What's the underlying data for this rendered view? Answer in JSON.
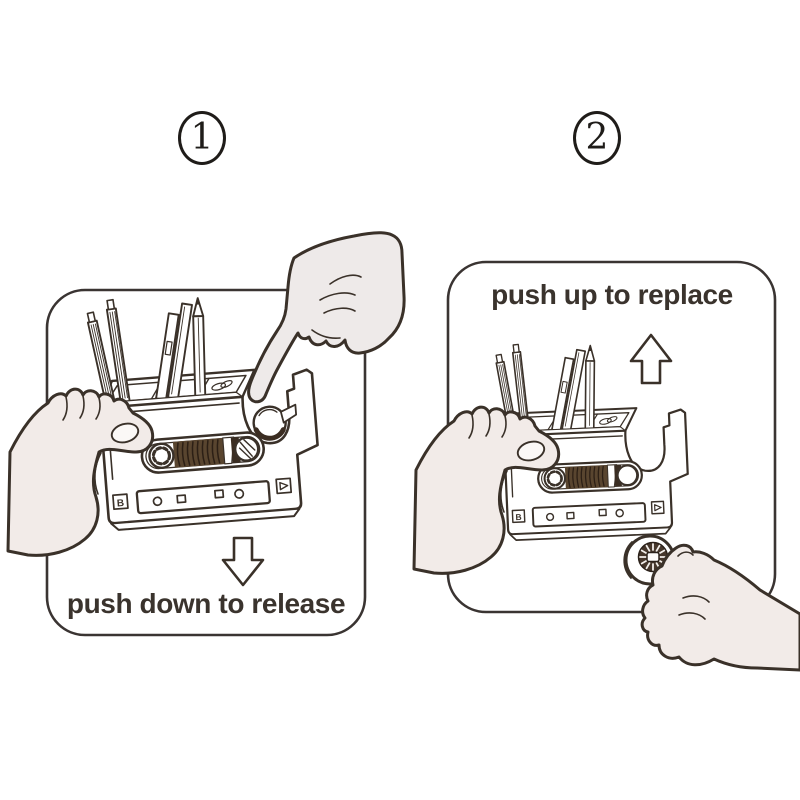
{
  "steps": [
    {
      "number": "1",
      "caption": "push down to release",
      "arrow_direction": "down"
    },
    {
      "number": "2",
      "caption": "push up to replace",
      "arrow_direction": "up"
    }
  ],
  "cassette": {
    "side_label": "B"
  },
  "colors": {
    "background": "#ffffff",
    "line": "#3a3129",
    "panel_border": "#3a3432",
    "hand_fill": "#f2ebe8",
    "tape_band": "#59452f",
    "tape_band_stripe": "#2c1f15",
    "caption_text": "#3a332d"
  }
}
